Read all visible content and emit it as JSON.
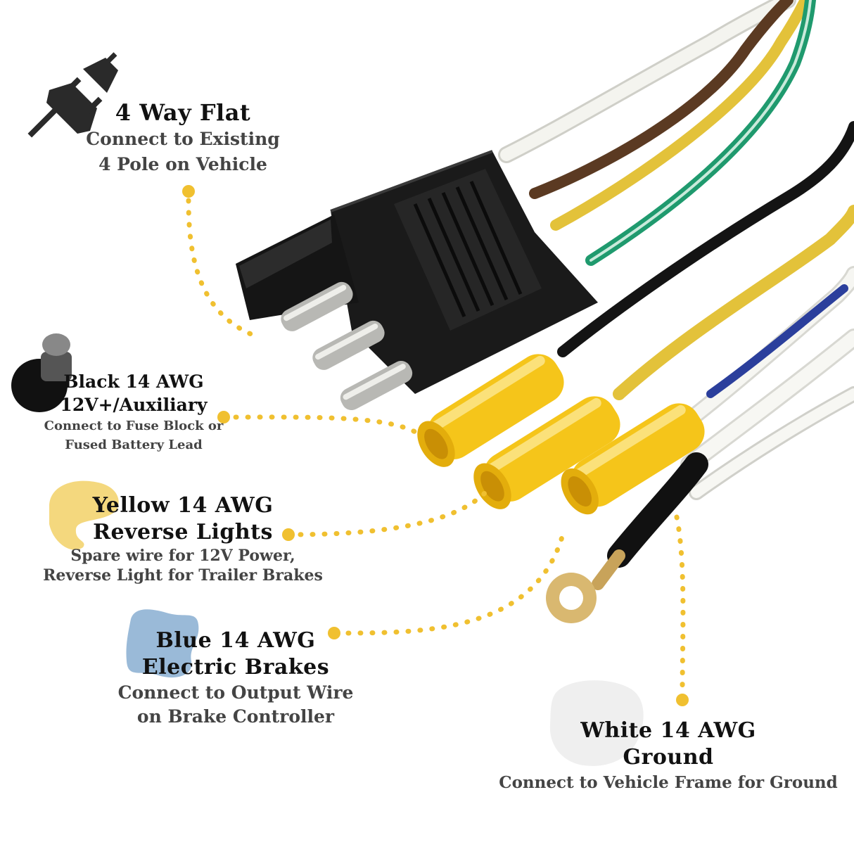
{
  "colors": {
    "accent_dots": "#f0c030",
    "connector_black": "#1a1a1a",
    "terminal_yellow": "#f5c51a",
    "wire_white": "#f2f2ee",
    "wire_brown": "#5b3a22",
    "wire_yellow": "#e3c23a",
    "wire_green": "#1f9a6e",
    "wire_black": "#141414",
    "wire_blue": "#2b3f9c"
  },
  "labels": {
    "four_way": {
      "icon": "plug-icon",
      "title": "4 Way Flat",
      "line1": "Connect to Existing",
      "line2": "4 Pole on Vehicle"
    },
    "black": {
      "icon": "black-blob-icon",
      "title": "Black 14 AWG",
      "title2": "12V+/Auxiliary",
      "line1": "Connect to Fuse Block or",
      "line2": "Fused Battery Lead"
    },
    "yellow": {
      "icon": "yellow-blob-icon",
      "title": "Yellow 14 AWG",
      "title2": "Reverse Lights",
      "line1": "Spare wire for 12V Power,",
      "line2": "Reverse Light for Trailer Brakes"
    },
    "blue": {
      "icon": "blue-blob-icon",
      "title": "Blue 14 AWG",
      "title2": "Electric Brakes",
      "line1": "Connect to Output Wire",
      "line2": "on Brake Controller"
    },
    "white": {
      "icon": "white-blob-icon",
      "title": "White 14 AWG",
      "title2": "Ground",
      "line1": "Connect to Vehicle Frame for Ground"
    }
  }
}
